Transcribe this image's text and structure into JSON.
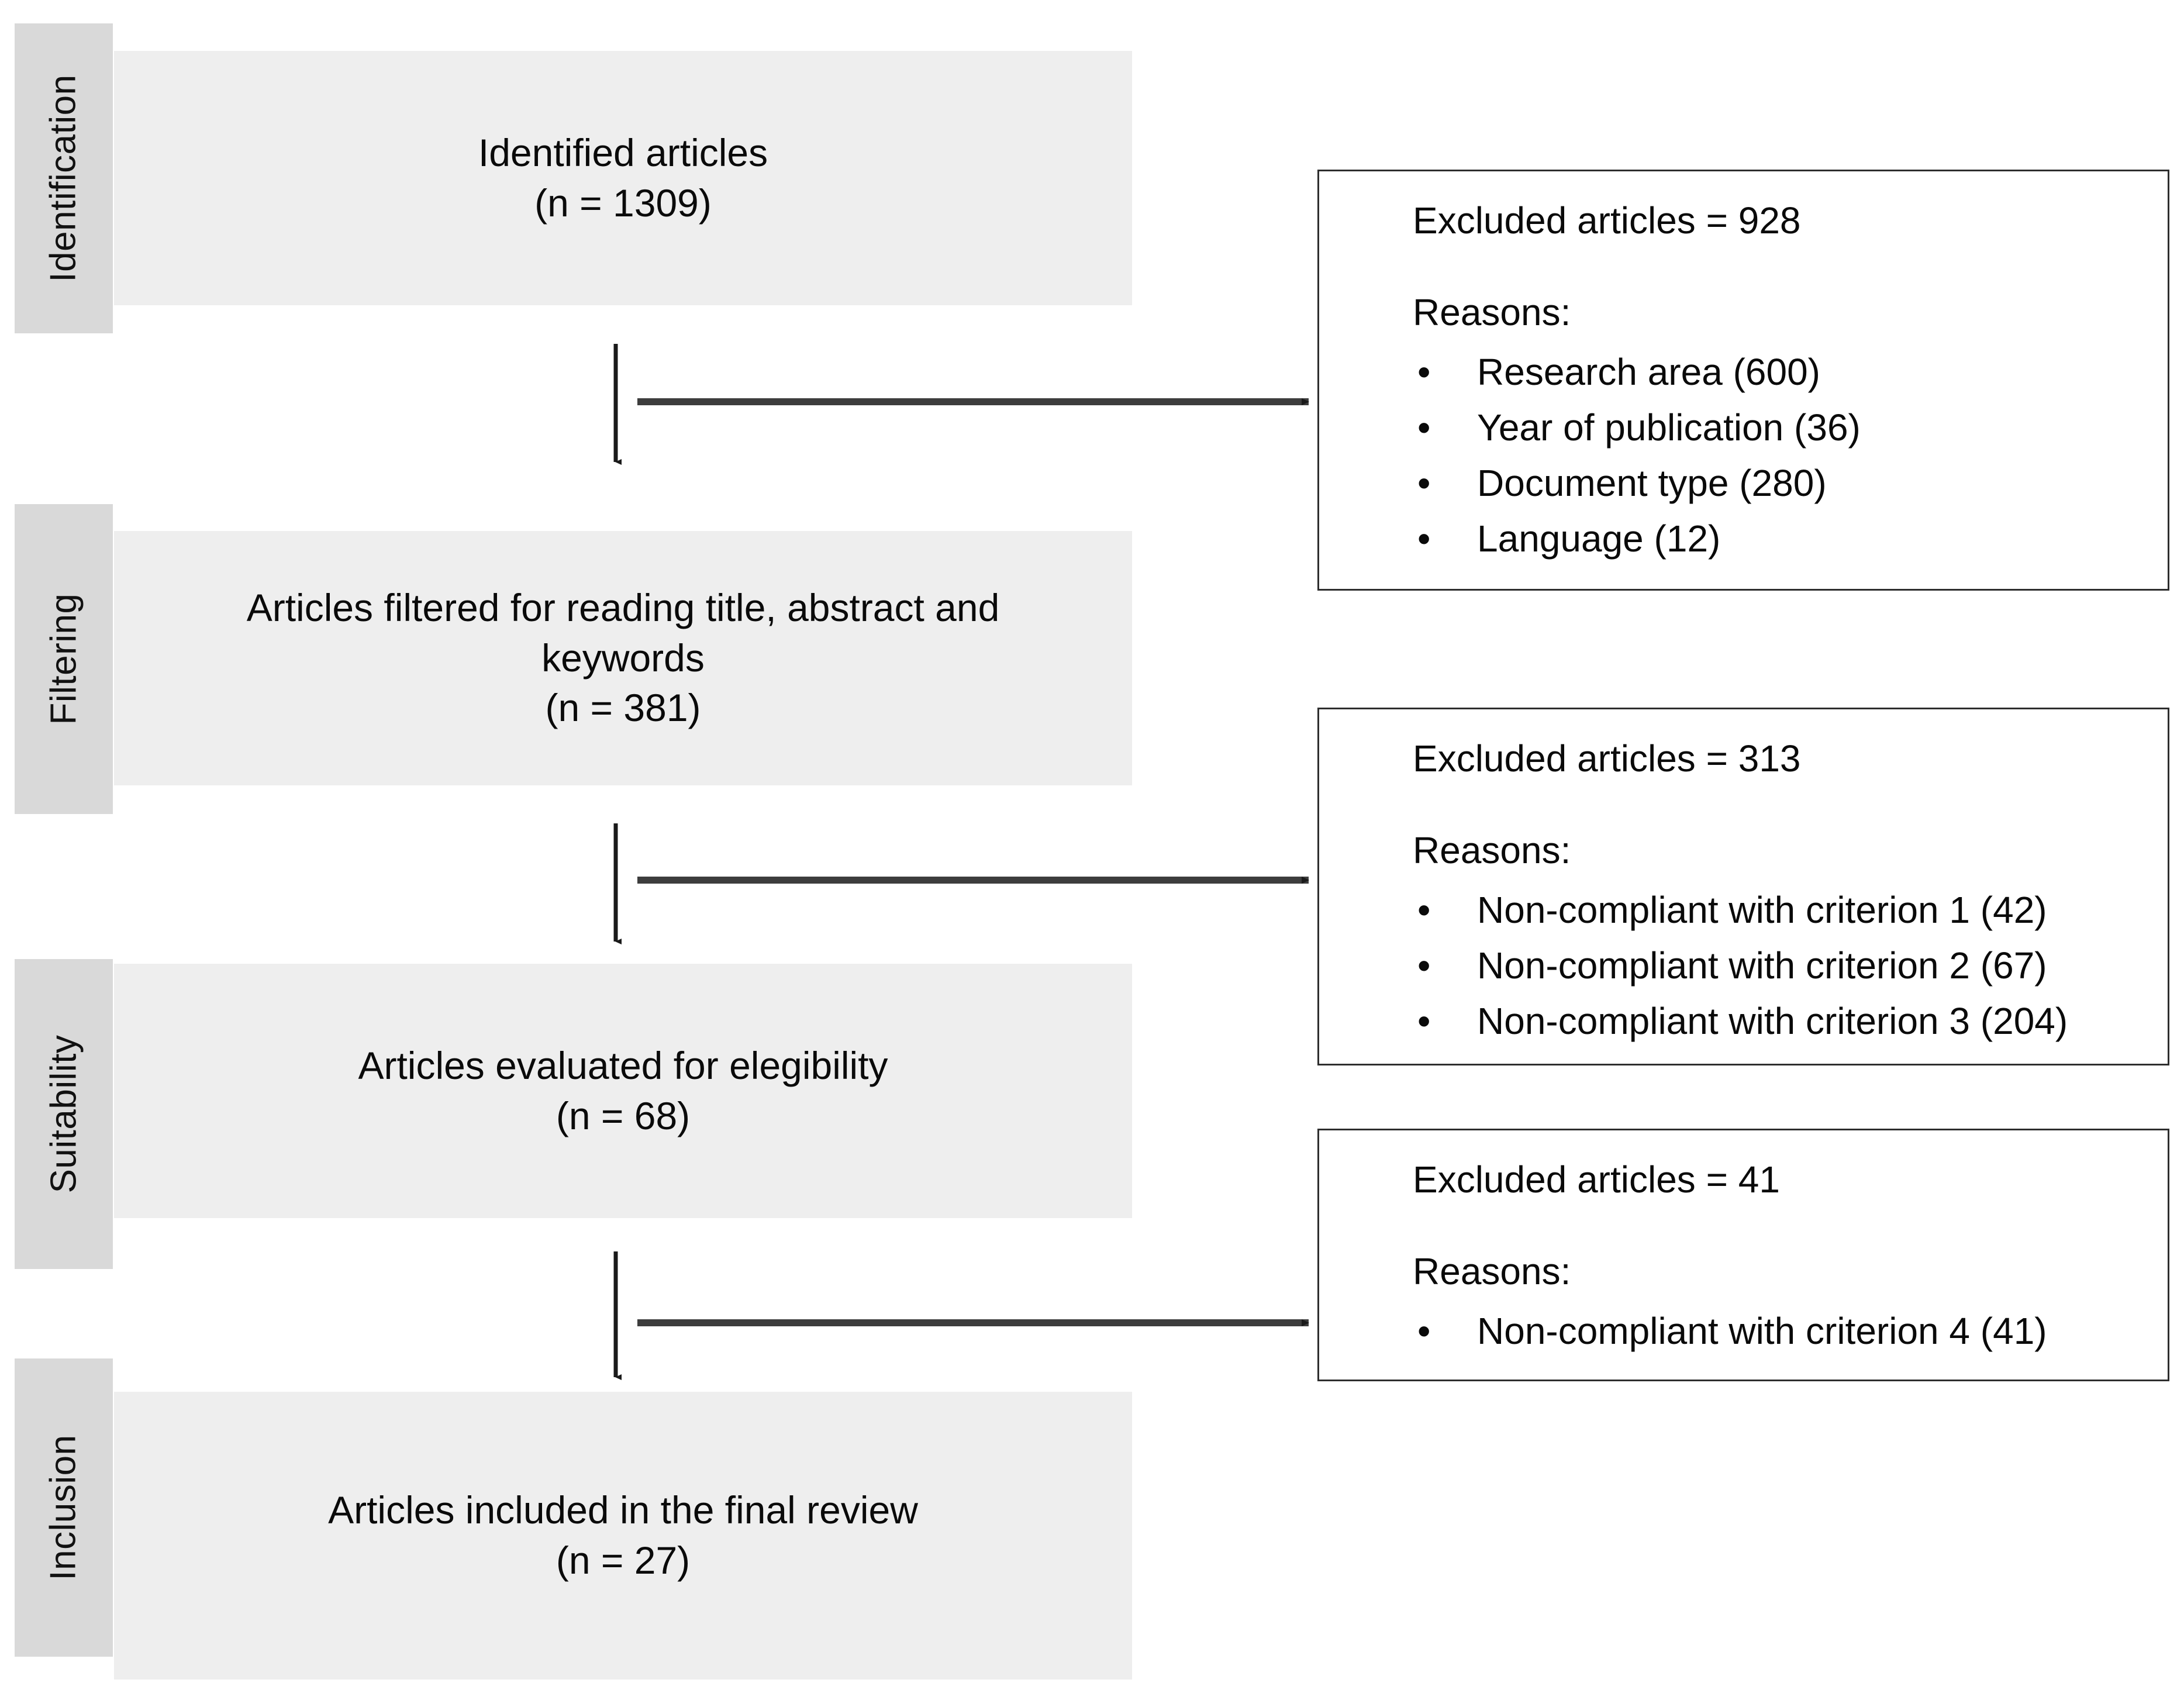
{
  "diagram": {
    "type": "prisma-flow-diagram",
    "title": "PRISMA article selection flow",
    "colors": {
      "stage_label_background": "#d9d9d9",
      "stage_box_background": "#eeeeee",
      "exclusion_box_background": "#ffffff",
      "exclusion_box_border": "#2e2e2e",
      "text": "#0a0a0a",
      "connector": "#1a1a1a",
      "page_background": "#ffffff"
    }
  },
  "stages": [
    {
      "id": "identification",
      "label": "Identification",
      "box_text": "Identified articles\n(n = 1309)",
      "count_label": "(n = 1309)",
      "count": 1309,
      "heading": "Identified articles"
    },
    {
      "id": "filtering",
      "label": "Filtering",
      "box_text": "Articles filtered for reading title, abstract and\nkeywords\n(n = 381)",
      "count_label": "(n = 381)",
      "count": 381,
      "heading": "Articles filtered for reading title, abstract and keywords"
    },
    {
      "id": "suitability",
      "label": "Suitability",
      "box_text": "Articles evaluated for elegibility\n(n = 68)",
      "count_label": "(n = 68)",
      "count": 68,
      "heading": "Articles evaluated for elegibility"
    },
    {
      "id": "inclusion",
      "label": "Inclusion",
      "box_text": "Articles included in the final review\n(n = 27)",
      "count_label": "(n = 27)",
      "count": 27,
      "heading": "Articles included in the final review"
    }
  ],
  "exclusions": [
    {
      "id": "exclusion-1",
      "heading": "Excluded articles = 928",
      "total": 928,
      "reasons_label": "Reasons:",
      "bullet": "•",
      "reasons": [
        {
          "text": "Research area (600)",
          "label": "Research area",
          "count": 600
        },
        {
          "text": "Year of publication (36)",
          "label": "Year of publication",
          "count": 36
        },
        {
          "text": "Document type (280)",
          "label": "Document type",
          "count": 280
        },
        {
          "text": "Language (12)",
          "label": "Language",
          "count": 12
        }
      ]
    },
    {
      "id": "exclusion-2",
      "heading": "Excluded articles = 313",
      "total": 313,
      "reasons_label": "Reasons:",
      "bullet": "•",
      "reasons": [
        {
          "text": "Non-compliant with criterion 1 (42)",
          "label": "Non-compliant with criterion 1",
          "count": 42
        },
        {
          "text": "Non-compliant with criterion 2 (67)",
          "label": "Non-compliant with criterion 2",
          "count": 67
        },
        {
          "text": "Non-compliant with criterion 3 (204)",
          "label": "Non-compliant with criterion 3",
          "count": 204
        }
      ]
    },
    {
      "id": "exclusion-3",
      "heading": "Excluded articles = 41",
      "total": 41,
      "reasons_label": "Reasons:",
      "bullet": "•",
      "reasons": [
        {
          "text": "Non-compliant with criterion 4 (41)",
          "label": "Non-compliant with criterion 4",
          "count": 41
        }
      ]
    }
  ]
}
